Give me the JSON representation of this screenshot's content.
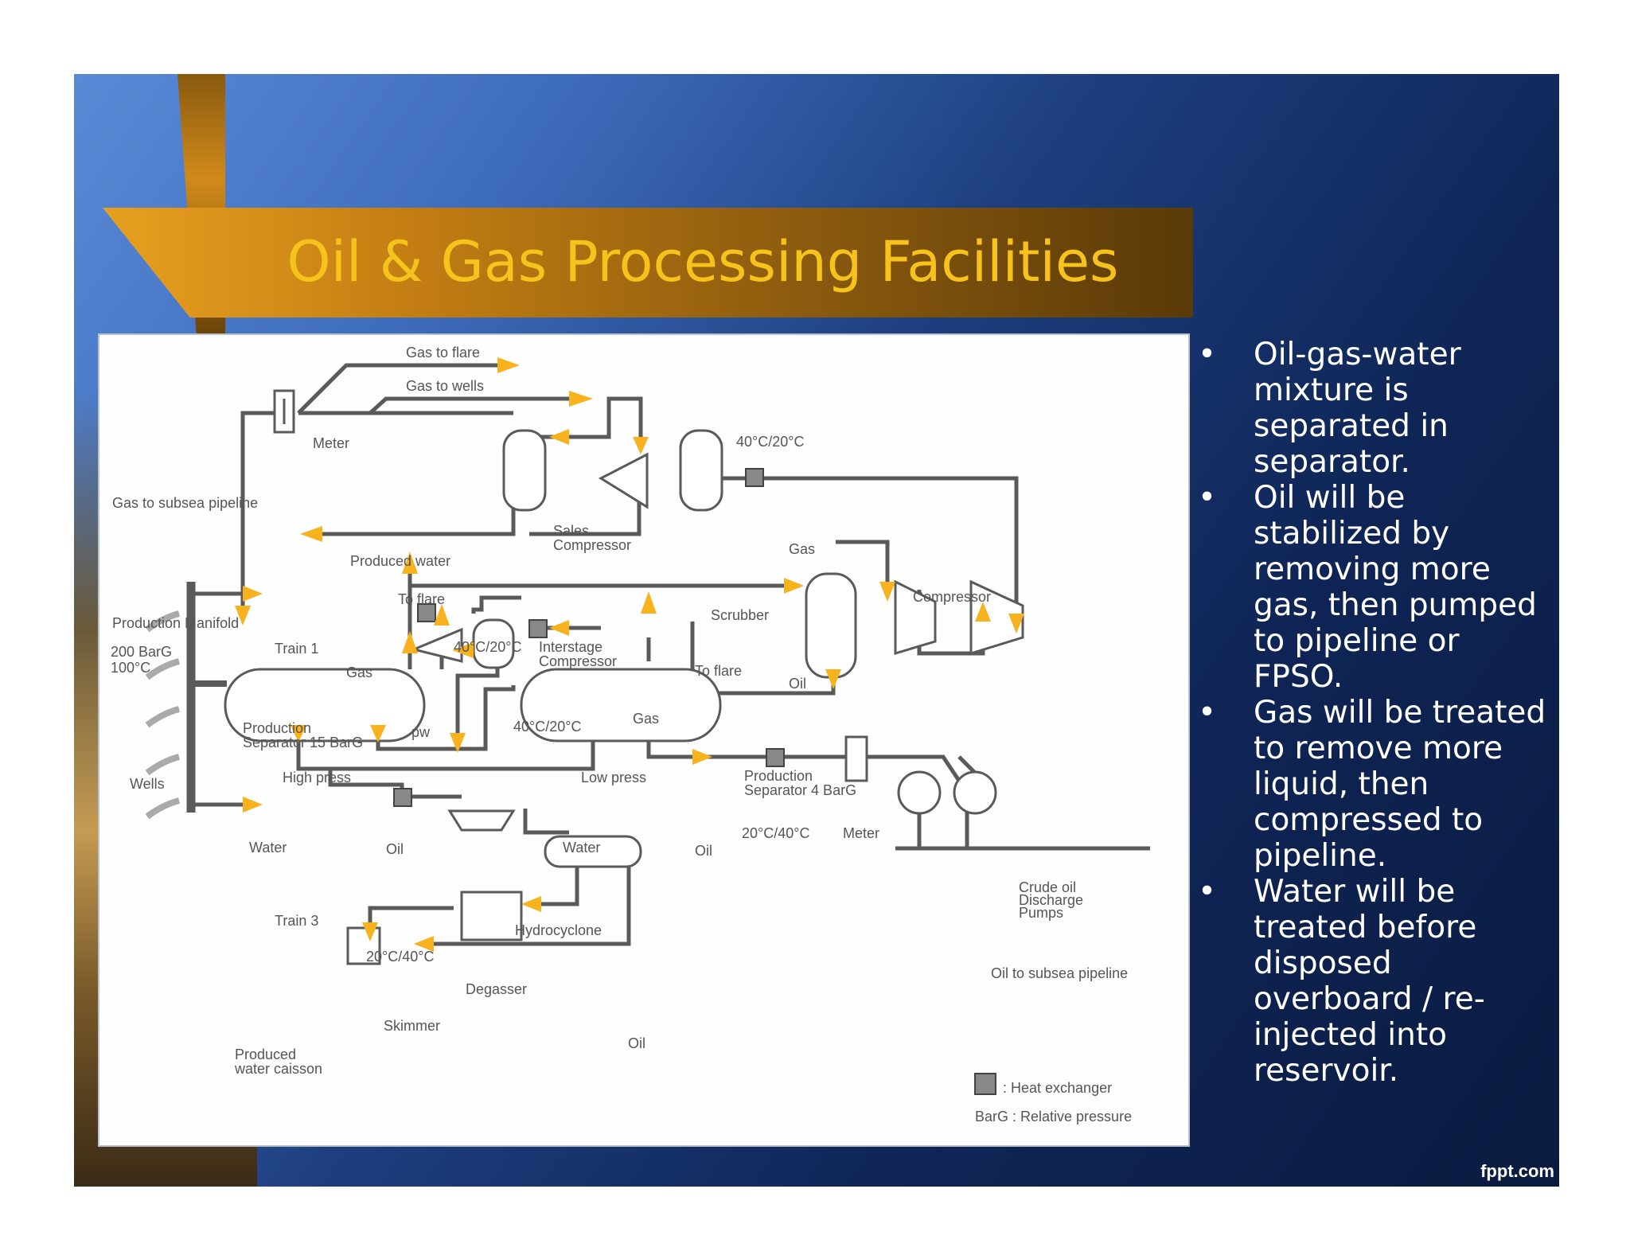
{
  "slide": {
    "title": "Oil & Gas Processing Facilities",
    "watermark": "fppt.com",
    "bullet_glyph": "•",
    "bullets": [
      "Oil-gas-water mixture is separated in separator.",
      "Oil will be stabilized by removing more gas, then pumped to pipeline or FPSO.",
      "Gas will be treated to remove more liquid, then compressed to pipeline.",
      "Water will be treated before disposed overboard / re-injected into reservoir."
    ]
  },
  "diagram": {
    "labels": {
      "gas_to_flare": "Gas to flare",
      "gas_to_wells": "Gas to wells",
      "meter_top": "Meter",
      "gas_to_subsea": "Gas to subsea pipeline",
      "temp_top": "40°C/20°C",
      "sales_compressor_1": "Sales",
      "sales_compressor_2": "Compressor",
      "produced_water": "Produced water",
      "gas_top": "Gas",
      "compressor": "Compressor",
      "to_flare_1": "To flare",
      "scrubber": "Scrubber",
      "production_manifold": "Production Manifold",
      "pressure_1": "200 BarG",
      "pressure_2": "100°C",
      "train_1": "Train 1",
      "gas_mid": "Gas",
      "temp_interstage_1": "40°C/20°C",
      "interstage_1": "Interstage",
      "interstage_2": "Compressor",
      "to_flare_2": "To flare",
      "oil_scrubber": "Oil",
      "temp_interstage_2": "40°C/20°C",
      "gas_low": "Gas",
      "pw": "pw",
      "prod_sep_15_1": "Production",
      "prod_sep_15_2": "Separator 15 BarG",
      "wells": "Wells",
      "high_press": "High press",
      "low_press": "Low press",
      "prod_sep_4_1": "Production",
      "prod_sep_4_2": "Separator 4 BarG",
      "water_1": "Water",
      "oil_1": "Oil",
      "water_2": "Water",
      "oil_2": "Oil",
      "temp_oil": "20°C/40°C",
      "meter_oil": "Meter",
      "crude_1": "Crude oil",
      "crude_2": "Discharge",
      "crude_3": "Pumps",
      "train_3": "Train 3",
      "hydrocyclone": "Hydrocyclone",
      "temp_water": "20°C/40°C",
      "oil_to_subsea": "Oil to subsea pipeline",
      "degasser": "Degasser",
      "skimmer": "Skimmer",
      "oil_3": "Oil",
      "produced_water_caisson_1": "Produced",
      "produced_water_caisson_2": "water caisson",
      "legend_hx": ": Heat exchanger",
      "legend_barg": "BarG : Relative pressure"
    }
  },
  "colors": {
    "title_text": "#f6c21c",
    "banner": "#c17c12",
    "arrow": "#f7b21e",
    "pipe": "#5a5a5a",
    "background_dark": "#0f2556"
  }
}
